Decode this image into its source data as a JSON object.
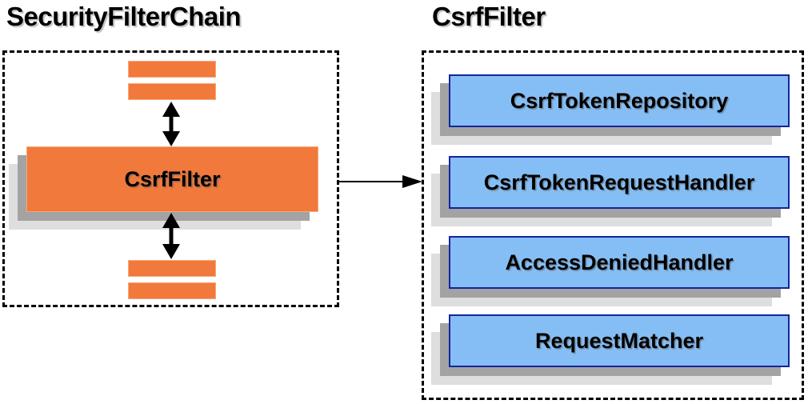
{
  "colors": {
    "orange": "#F0793B",
    "orange_border": "#F9A77A",
    "blue_fill": "#85BEF5",
    "blue_border": "#16239C",
    "shadow_dark": "#A3A3A3",
    "shadow_light": "#DEDEDE",
    "text": "#000000",
    "arrow": "#000000"
  },
  "left_panel": {
    "title": "SecurityFilterChain",
    "csrf_filter_label": "CsrfFilter"
  },
  "right_panel": {
    "title": "CsrfFilter",
    "components": [
      {
        "label": "CsrfTokenRepository"
      },
      {
        "label": "CsrfTokenRequestHandler"
      },
      {
        "label": "AccessDeniedHandler"
      },
      {
        "label": "RequestMatcher"
      }
    ]
  }
}
